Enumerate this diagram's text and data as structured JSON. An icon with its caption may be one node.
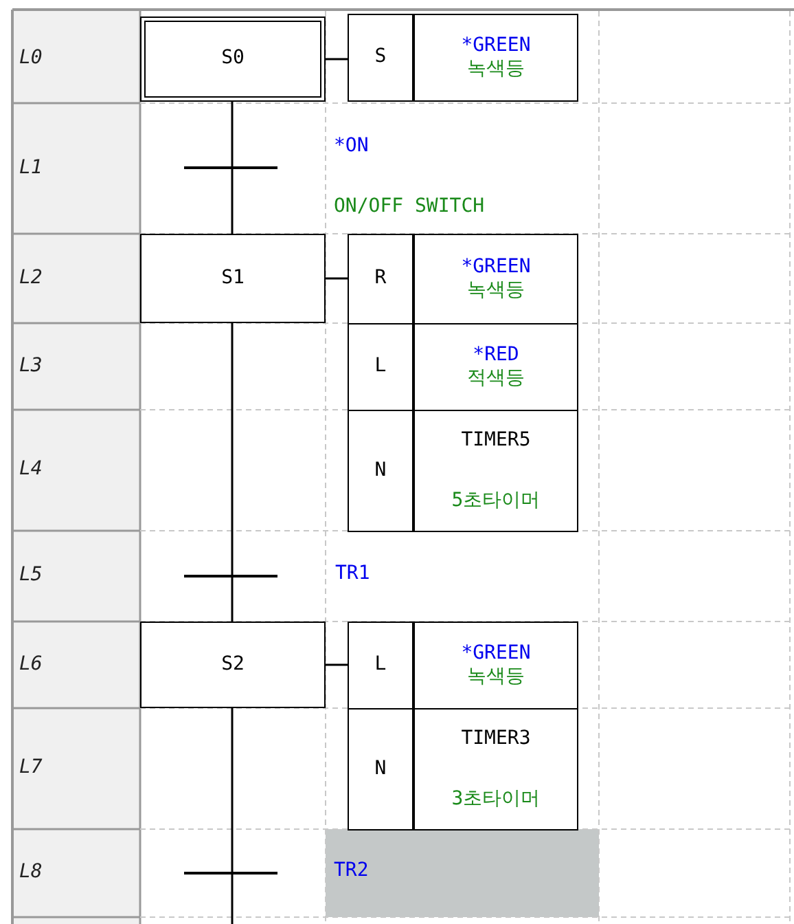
{
  "diagram": {
    "nodes": [
      {
        "text": [
          "S0"
        ]
      },
      {
        "text": [
          "S"
        ]
      },
      {
        "text": [
          "*GREEN",
          "녹색등"
        ]
      },
      {
        "text": [],
        "shape": "bar"
      },
      {
        "text": [
          "S1"
        ]
      },
      {
        "text": [
          "R"
        ]
      },
      {
        "text": [
          "*GREEN",
          "녹색등"
        ]
      },
      {
        "text": [
          "L"
        ]
      },
      {
        "text": [
          "*RED",
          "적색등"
        ]
      },
      {
        "text": [
          "N"
        ]
      },
      {
        "text": [
          "TIMER5",
          "5초타이머"
        ]
      },
      {
        "text": [],
        "shape": "bar"
      },
      {
        "text": [
          "S2"
        ]
      },
      {
        "text": [
          "L"
        ]
      },
      {
        "text": [
          "*GREEN",
          "녹색등"
        ]
      },
      {
        "text": [
          "N"
        ]
      },
      {
        "text": [
          "TIMER3",
          "3초타이머"
        ]
      },
      {
        "text": [],
        "shape": "bar"
      }
    ],
    "edges": [
      {
        "from": 0,
        "to": 1,
        "arrow": "none"
      },
      {
        "from": 0,
        "to": 3,
        "arrow": "none"
      },
      {
        "from": 3,
        "to": 4,
        "arrow": "none"
      },
      {
        "from": 4,
        "to": 5,
        "arrow": "none"
      },
      {
        "from": 4,
        "to": 11,
        "arrow": "none"
      },
      {
        "from": 11,
        "to": 12,
        "arrow": "none"
      },
      {
        "from": 12,
        "to": 13,
        "arrow": "none"
      },
      {
        "from": 12,
        "to": 17,
        "arrow": "none"
      },
      {
        "from": 17,
        "to": null,
        "arrow": "none"
      }
    ],
    "labels": [
      "L0",
      "L1",
      "*ON",
      "ON/OFF SWITCH",
      "L2",
      "L3",
      "L4",
      "L5",
      "TR1",
      "L6",
      "L7",
      "L8",
      "TR2"
    ]
  }
}
